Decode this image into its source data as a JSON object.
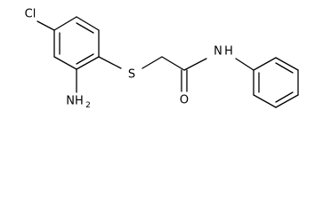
{
  "molecule": {
    "atoms": [
      {
        "id": "cl",
        "label": "Cl"
      },
      {
        "id": "s",
        "label": "S"
      },
      {
        "id": "o",
        "label": "O"
      },
      {
        "id": "nh",
        "label": "N",
        "suffix": "H"
      },
      {
        "id": "nh2",
        "label": "NH",
        "sub": "2"
      }
    ]
  },
  "colors": {
    "bond": "#000000",
    "text": "#000000",
    "background": "#ffffff"
  }
}
